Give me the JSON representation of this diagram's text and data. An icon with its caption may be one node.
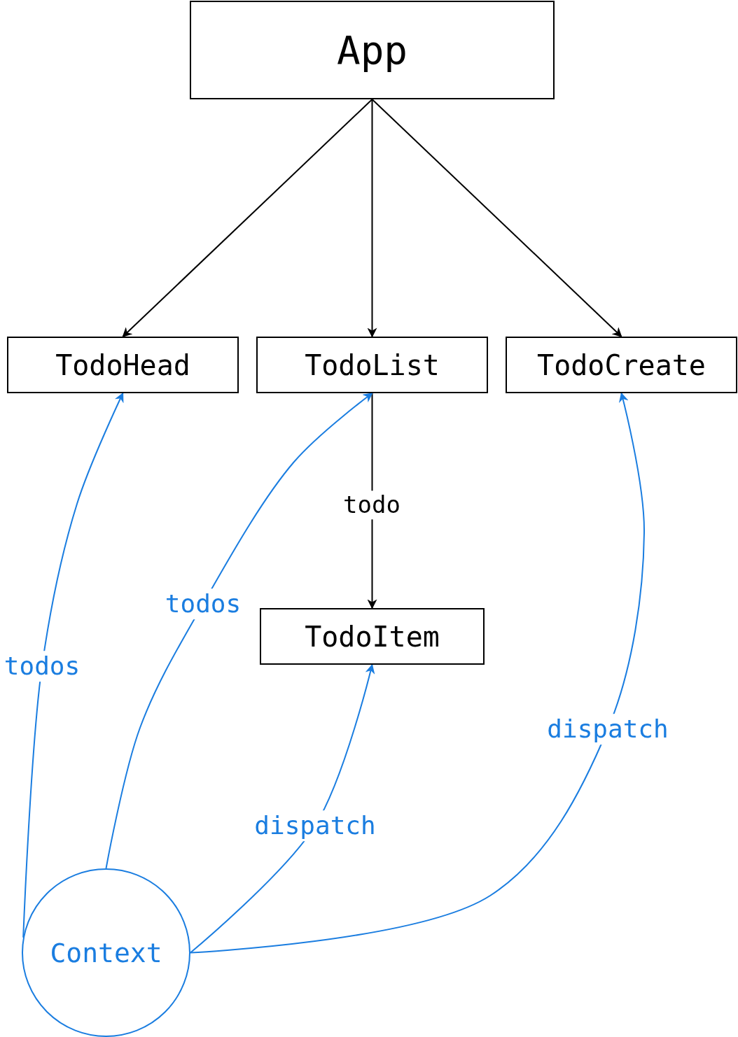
{
  "diagram": {
    "nodes": [
      {
        "text": [
          "App"
        ]
      },
      {
        "text": [
          "TodoHead"
        ]
      },
      {
        "text": [
          "TodoList"
        ]
      },
      {
        "text": [
          "TodoCreate"
        ]
      },
      {
        "text": [
          "TodoItem"
        ]
      },
      {
        "text": [
          "Context"
        ]
      }
    ],
    "edges": [
      {
        "from": 0,
        "to": 1,
        "arrow": "to"
      },
      {
        "from": 0,
        "to": 2,
        "arrow": "to"
      },
      {
        "from": 0,
        "to": 3,
        "arrow": "to"
      },
      {
        "from": 2,
        "to": 4,
        "arrow": "to",
        "label": "todo"
      },
      {
        "from": 5,
        "to": 1,
        "arrow": "to",
        "label": "todos",
        "color": "#1a7de0"
      },
      {
        "from": 5,
        "to": 2,
        "arrow": "to",
        "label": "todos",
        "color": "#1a7de0"
      },
      {
        "from": 5,
        "to": 4,
        "arrow": "to",
        "label": "dispatch",
        "color": "#1a7de0"
      },
      {
        "from": 5,
        "to": 3,
        "arrow": "to",
        "label": "dispatch",
        "color": "#1a7de0"
      }
    ]
  }
}
